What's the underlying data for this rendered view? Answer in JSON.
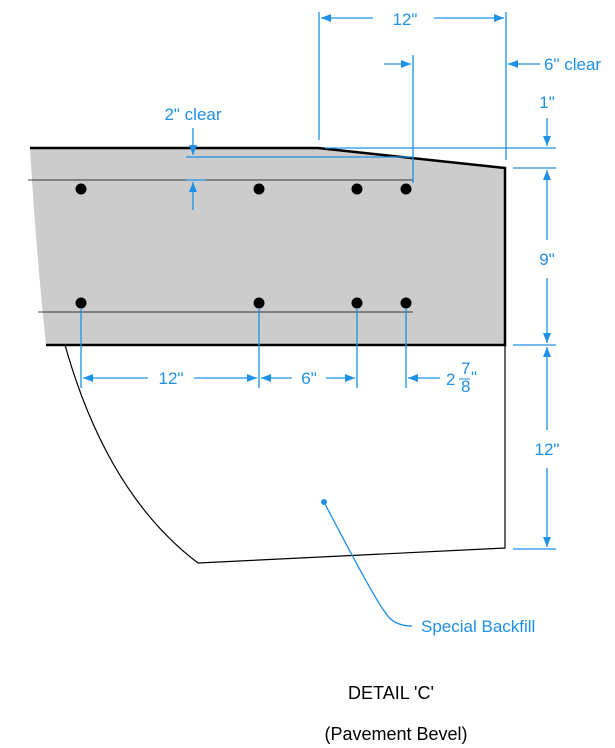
{
  "colors": {
    "dimension": "#1e90e6",
    "slab_fill": "#cccccc",
    "outline": "#000000",
    "rebar": "#000000"
  },
  "dimensions": {
    "top_width": "12\"",
    "edge_clear": "6\" clear",
    "top_clear": "2\" clear",
    "bevel_drop": "1\"",
    "slab_depth": "9\"",
    "backfill_depth": "12\"",
    "bar_spacing_12": "12\"",
    "bar_spacing_6": "6\"",
    "end_offset_whole": "2",
    "end_offset_num": "7",
    "end_offset_den": "8",
    "end_offset_unit": "\""
  },
  "labels": {
    "backfill": "Special Backfill"
  },
  "title": {
    "detail": "DETAIL 'C'",
    "subtitle": "(Pavement Bevel)"
  }
}
